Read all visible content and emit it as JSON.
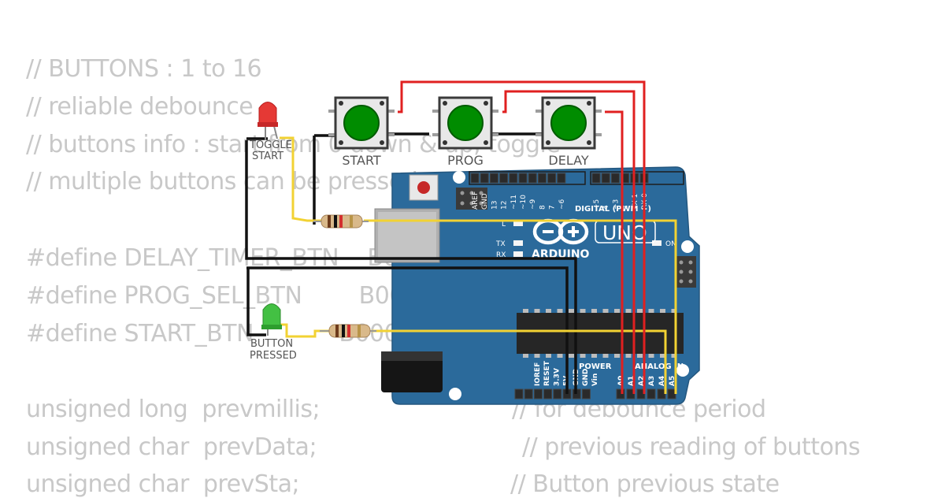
{
  "code": {
    "lines": [
      "// BUTTONS : 1 to 16",
      "// reliable debounce",
      "// buttons info : start from 0 down & up, toggle",
      "// multiple buttons can be pressed at",
      "",
      "#define DELAY_TIMER_BTN    B00000001  // button on A0",
      "#define PROG_SEL_BTN        B00000010  // button on A1",
      "#define START_BTN            B00000100  // button on A2",
      "",
      "unsigned long  prevmillis;",
      "unsigned char  prevData;",
      "unsigned char  prevSta;"
    ],
    "comments": [
      "// for debounce period",
      "// previous reading of buttons",
      "// Button previous state"
    ]
  },
  "buttons": [
    {
      "label": "START"
    },
    {
      "label": "PROG"
    },
    {
      "label": "DELAY"
    }
  ],
  "leds": [
    {
      "label_line1": "TOGGLE",
      "label_line2": "START",
      "color": "#e53935"
    },
    {
      "label_line1": "BUTTON",
      "label_line2": "PRESSED",
      "color": "#43c043"
    }
  ],
  "board": {
    "name": "UNO",
    "brand": "ARDUINO",
    "digital_label": "DIGITAL (PWM ~)",
    "power_label": "POWER",
    "analog_label": "ANALOG IN",
    "on_label": "ON",
    "l_label": "L",
    "tx_label": "TX",
    "rx_label": "RX",
    "digital_pins": [
      "AREF",
      "GND",
      "13",
      "12",
      "~11",
      "~10",
      "~9",
      "8",
      "7",
      "~6",
      "~5",
      "4",
      "~3",
      "2",
      "TX 1",
      "RX 0"
    ],
    "power_pins": [
      "IOREF",
      "RESET",
      "3.3V",
      "5V",
      "GND",
      "GND",
      "Vin"
    ],
    "analog_pins": [
      "A0",
      "A1",
      "A2",
      "A3",
      "A4",
      "A5"
    ],
    "board_color": "#2a6496",
    "wire_red": "#e02020",
    "wire_yellow": "#f2d233",
    "wire_black": "#111111"
  }
}
